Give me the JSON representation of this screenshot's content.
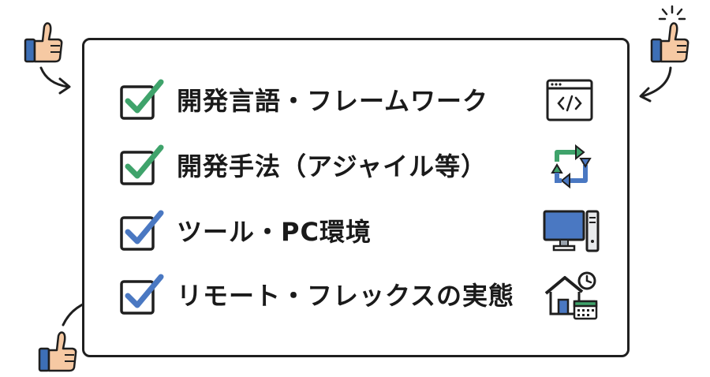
{
  "items": [
    {
      "label": "開発言語・フレームワーク",
      "icon": "code-window-icon",
      "check_color": "#3fa36b"
    },
    {
      "label": "開発手法（アジャイル等）",
      "icon": "cycle-arrows-icon",
      "check_color": "#3fa36b"
    },
    {
      "label": "ツール・PC環境",
      "icon": "desktop-computer-icon",
      "check_color": "#4a78c2"
    },
    {
      "label": "リモート・フレックスの実態",
      "icon": "home-schedule-icon",
      "check_color": "#4a78c2"
    }
  ],
  "colors": {
    "green": "#3fa36b",
    "blue": "#4a78c2",
    "skin": "#f6c9a3",
    "cuff": "#3d6fb6",
    "outline": "#1f1f1f"
  }
}
